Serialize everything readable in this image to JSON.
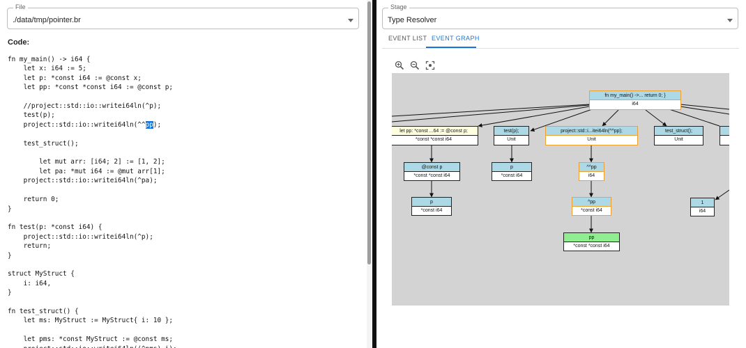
{
  "file": {
    "legend": "File",
    "value": "./data/tmp/pointer.br"
  },
  "code": {
    "title": "Code:",
    "before": "fn my_main() -> i64 {\n    let x: i64 := 5;\n    let p: *const i64 := @const x;\n    let pp: *const *const i64 := @const p;\n\n    //project::std::io::writei64ln(^p);\n    test(p);\n    project::std::io::writei64ln(^^",
    "highlight": "pp",
    "after": ");\n\n    test_struct();\n\n        let mut arr: [i64; 2] := [1, 2];\n        let pa: *mut i64 := @mut arr[1];\n    project::std::io::writei64ln(^pa);\n\n    return 0;\n}\n\nfn test(p: *const i64) {\n    project::std::io::writei64ln(^p);\n    return;\n}\n\nstruct MyStruct {\n    i: i64,\n}\n\nfn test_struct() {\n    let ms: MyStruct := MyStruct{ i: 10 };\n\n    let pms: *const MyStruct := @const ms;\n    project::std::io::writei64ln((^pms).i);"
  },
  "stage": {
    "legend": "Stage",
    "value": "Type Resolver"
  },
  "tabs": {
    "list": "EVENT LIST",
    "graph": "EVENT GRAPH"
  },
  "colors": {
    "accent": "#1976d2",
    "node_blue": "#add8e6",
    "node_yellow": "#ffffe0",
    "node_green": "#90ee90",
    "selected_border": "#f0a030",
    "canvas": "#d3d3d3"
  },
  "graph": {
    "nodes": {
      "root": {
        "label": "fn my_main() ->...      return 0; }",
        "type": "i64"
      },
      "letpp": {
        "label": "let pp: *const ...64 := @const p;",
        "type": "*const *const i64"
      },
      "testp": {
        "label": "test(p);",
        "type": "Unit"
      },
      "writeln": {
        "label": "project::std::i...itei64ln(^^pp);",
        "type": "Unit"
      },
      "teststruct": {
        "label": "test_struct();",
        "type": "Unit"
      },
      "constp": {
        "label": "@const p",
        "type": "*const *const i64"
      },
      "p1": {
        "label": "p",
        "type": "*const i64"
      },
      "p2": {
        "label": "p",
        "type": "*const i64"
      },
      "derefpp": {
        "label": "^^pp",
        "type": "i64"
      },
      "derefp": {
        "label": "^pp",
        "type": "*const i64"
      },
      "pp": {
        "label": "pp",
        "type": "*const *const i64"
      },
      "one": {
        "label": "1",
        "type": "i64"
      }
    }
  }
}
